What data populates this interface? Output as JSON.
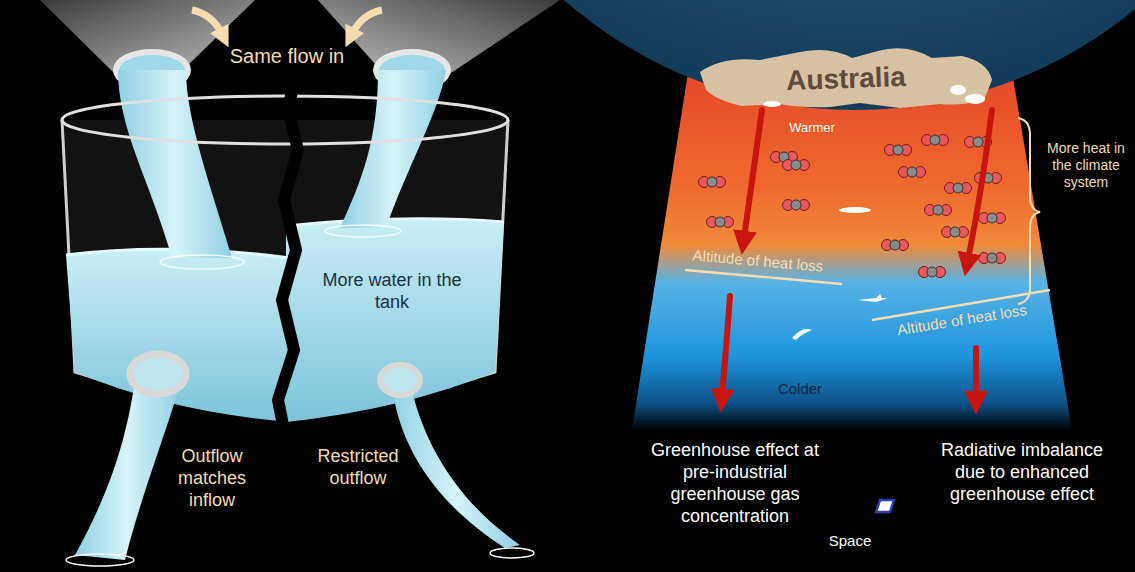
{
  "diagram": {
    "labels": [
      "Same flow in",
      "More water in the tank",
      "Outflow matches inflow",
      "Restricted outflow",
      "Australia",
      "Warmer",
      "More heat in the climate system",
      "Altitude of heat loss",
      "Altitude of heat loss",
      "Colder",
      "Greenhouse effect at pre-industrial greenhouse gas concentration",
      "Space",
      "Radiative imbalance due to enhanced greenhouse effect"
    ]
  }
}
